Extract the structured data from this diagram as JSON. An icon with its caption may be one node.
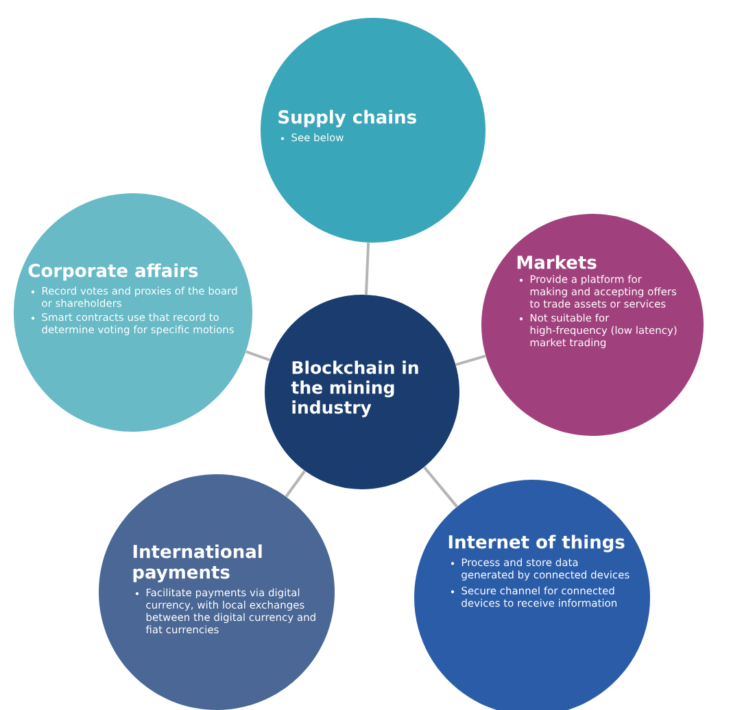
{
  "diagram": {
    "nodes": [
      {
        "text": [
          "Supply chains",
          "See below"
        ]
      },
      {
        "text": [
          "Corporate affairs",
          "Record votes and proxies of the board or shareholders",
          "Smart contracts use that record to determine voting for specific motions"
        ]
      },
      {
        "text": [
          "Blockchain in the mining industry"
        ]
      },
      {
        "text": [
          "Markets",
          "Provide a platform for making and accepting offers to trade assets or services",
          "Not suitable for high-frequency (low latency) market trading"
        ]
      },
      {
        "text": [
          "International payments",
          "Facilitate payments via digital currency, with local exchanges between the digital currency and fiat currencies"
        ]
      },
      {
        "text": [
          "Internet of things",
          "Process and store data generated by connected devices",
          "Secure channel for connected devices to receive information"
        ]
      }
    ],
    "edges": [
      {
        "from": 2,
        "to": 0,
        "arrow": "none"
      },
      {
        "from": 2,
        "to": 1,
        "arrow": "none"
      },
      {
        "from": 2,
        "to": 3,
        "arrow": "none"
      },
      {
        "from": 2,
        "to": 4,
        "arrow": "none"
      },
      {
        "from": 2,
        "to": 5,
        "arrow": "none"
      }
    ]
  }
}
